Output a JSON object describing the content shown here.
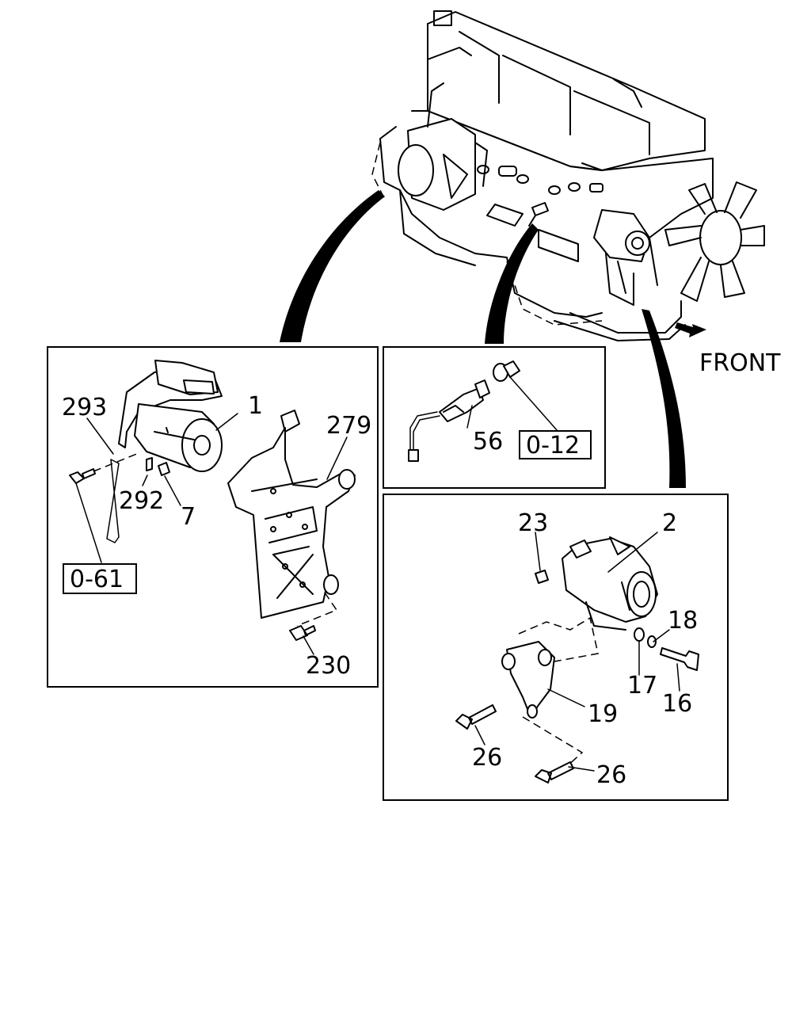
{
  "direction_label": "FRONT",
  "callouts": {
    "starter": {
      "part_1": "1",
      "part_293": "293",
      "part_292": "292",
      "part_7": "7",
      "part_279": "279",
      "part_230": "230",
      "ref_0_61": "0-61"
    },
    "sensor": {
      "part_56": "56",
      "ref_0_12": "0-12"
    },
    "alternator": {
      "part_2": "2",
      "part_23": "23",
      "part_18": "18",
      "part_17": "17",
      "part_16": "16",
      "part_19": "19",
      "part_26a": "26",
      "part_26b": "26"
    }
  },
  "icons": [
    "engine-block",
    "cooling-fan",
    "starter-motor",
    "mounting-bracket",
    "pressure-sensor",
    "alternator",
    "bolt",
    "nut",
    "washer",
    "front-arrow"
  ]
}
